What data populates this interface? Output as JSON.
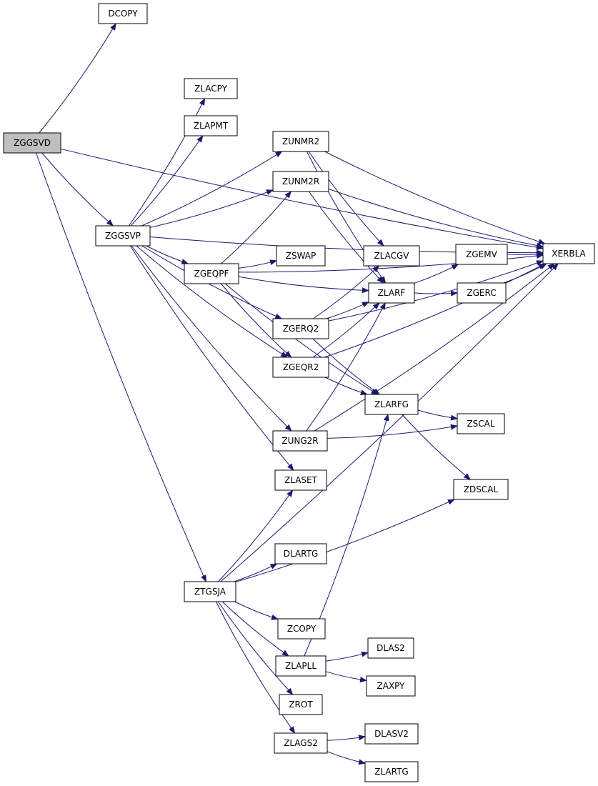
{
  "nodes": [
    {
      "id": "ZGGSVD",
      "label": "ZGGSVD"
    },
    {
      "id": "DCOPY",
      "label": "DCOPY"
    },
    {
      "id": "ZGGSVP",
      "label": "ZGGSVP"
    },
    {
      "id": "ZTGSJA",
      "label": "ZTGSJA"
    },
    {
      "id": "XERBLA",
      "label": "XERBLA"
    },
    {
      "id": "ZLACPY",
      "label": "ZLACPY"
    },
    {
      "id": "ZLAPMT",
      "label": "ZLAPMT"
    },
    {
      "id": "ZUNMR2",
      "label": "ZUNMR2"
    },
    {
      "id": "ZUNM2R",
      "label": "ZUNM2R"
    },
    {
      "id": "ZGEQPF",
      "label": "ZGEQPF"
    },
    {
      "id": "ZSWAP",
      "label": "ZSWAP"
    },
    {
      "id": "ZGERQ2",
      "label": "ZGERQ2"
    },
    {
      "id": "ZGEQR2",
      "label": "ZGEQR2"
    },
    {
      "id": "ZUNG2R",
      "label": "ZUNG2R"
    },
    {
      "id": "ZLASET",
      "label": "ZLASET"
    },
    {
      "id": "ZLACGV",
      "label": "ZLACGV"
    },
    {
      "id": "ZLARF",
      "label": "ZLARF"
    },
    {
      "id": "ZLARFG",
      "label": "ZLARFG"
    },
    {
      "id": "ZGEMV",
      "label": "ZGEMV"
    },
    {
      "id": "ZGERC",
      "label": "ZGERC"
    },
    {
      "id": "ZSCAL",
      "label": "ZSCAL"
    },
    {
      "id": "ZDSCAL",
      "label": "ZDSCAL"
    },
    {
      "id": "DLARTG",
      "label": "DLARTG"
    },
    {
      "id": "ZCOPY",
      "label": "ZCOPY"
    },
    {
      "id": "ZLAPLL",
      "label": "ZLAPLL"
    },
    {
      "id": "ZROT",
      "label": "ZROT"
    },
    {
      "id": "ZLAGS2",
      "label": "ZLAGS2"
    },
    {
      "id": "DLAS2",
      "label": "DLAS2"
    },
    {
      "id": "ZAXPY",
      "label": "ZAXPY"
    },
    {
      "id": "DLASV2",
      "label": "DLASV2"
    },
    {
      "id": "ZLARTG",
      "label": "ZLARTG"
    }
  ],
  "edges": [
    [
      "ZGGSVD",
      "DCOPY"
    ],
    [
      "ZGGSVD",
      "XERBLA"
    ],
    [
      "ZGGSVD",
      "ZGGSVP"
    ],
    [
      "ZGGSVD",
      "ZTGSJA"
    ],
    [
      "ZGGSVP",
      "ZLACPY"
    ],
    [
      "ZGGSVP",
      "ZLAPMT"
    ],
    [
      "ZGGSVP",
      "ZUNMR2"
    ],
    [
      "ZGGSVP",
      "ZUNM2R"
    ],
    [
      "ZGGSVP",
      "XERBLA"
    ],
    [
      "ZGGSVP",
      "ZGEQPF"
    ],
    [
      "ZGGSVP",
      "ZGERQ2"
    ],
    [
      "ZGGSVP",
      "ZGEQR2"
    ],
    [
      "ZGGSVP",
      "ZUNG2R"
    ],
    [
      "ZGGSVP",
      "ZLASET"
    ],
    [
      "ZUNMR2",
      "XERBLA"
    ],
    [
      "ZUNMR2",
      "ZLACGV"
    ],
    [
      "ZUNMR2",
      "ZLARF"
    ],
    [
      "ZUNM2R",
      "XERBLA"
    ],
    [
      "ZUNM2R",
      "ZLARF"
    ],
    [
      "ZGEQPF",
      "ZUNM2R"
    ],
    [
      "ZGEQPF",
      "XERBLA"
    ],
    [
      "ZGEQPF",
      "ZSWAP"
    ],
    [
      "ZGEQPF",
      "ZLARF"
    ],
    [
      "ZGEQPF",
      "ZGEQR2"
    ],
    [
      "ZGEQPF",
      "ZLARFG"
    ],
    [
      "ZGERQ2",
      "ZLACGV"
    ],
    [
      "ZGERQ2",
      "ZLARF"
    ],
    [
      "ZGERQ2",
      "XERBLA"
    ],
    [
      "ZGERQ2",
      "ZLARFG"
    ],
    [
      "ZGEQR2",
      "ZLARF"
    ],
    [
      "ZGEQR2",
      "XERBLA"
    ],
    [
      "ZGEQR2",
      "ZLARFG"
    ],
    [
      "ZUNG2R",
      "ZLARF"
    ],
    [
      "ZUNG2R",
      "ZSCAL"
    ],
    [
      "ZUNG2R",
      "XERBLA"
    ],
    [
      "ZLARF",
      "ZGEMV"
    ],
    [
      "ZLARF",
      "ZGERC"
    ],
    [
      "ZGEMV",
      "XERBLA"
    ],
    [
      "ZGERC",
      "XERBLA"
    ],
    [
      "ZLARFG",
      "ZSCAL"
    ],
    [
      "ZLARFG",
      "ZDSCAL"
    ],
    [
      "ZTGSJA",
      "ZLASET"
    ],
    [
      "ZTGSJA",
      "ZDSCAL"
    ],
    [
      "ZTGSJA",
      "DLARTG"
    ],
    [
      "ZTGSJA",
      "XERBLA"
    ],
    [
      "ZTGSJA",
      "ZCOPY"
    ],
    [
      "ZTGSJA",
      "ZLAPLL"
    ],
    [
      "ZTGSJA",
      "ZROT"
    ],
    [
      "ZTGSJA",
      "ZLAGS2"
    ],
    [
      "ZLAPLL",
      "ZLARFG"
    ],
    [
      "ZLAPLL",
      "DLAS2"
    ],
    [
      "ZLAPLL",
      "ZAXPY"
    ],
    [
      "ZLAGS2",
      "DLASV2"
    ],
    [
      "ZLAGS2",
      "ZLARTG"
    ]
  ],
  "colors": {
    "edge": "#191970",
    "node_border": "#000000",
    "node_fill": "#ffffff",
    "root_fill": "#bfbfbf"
  }
}
